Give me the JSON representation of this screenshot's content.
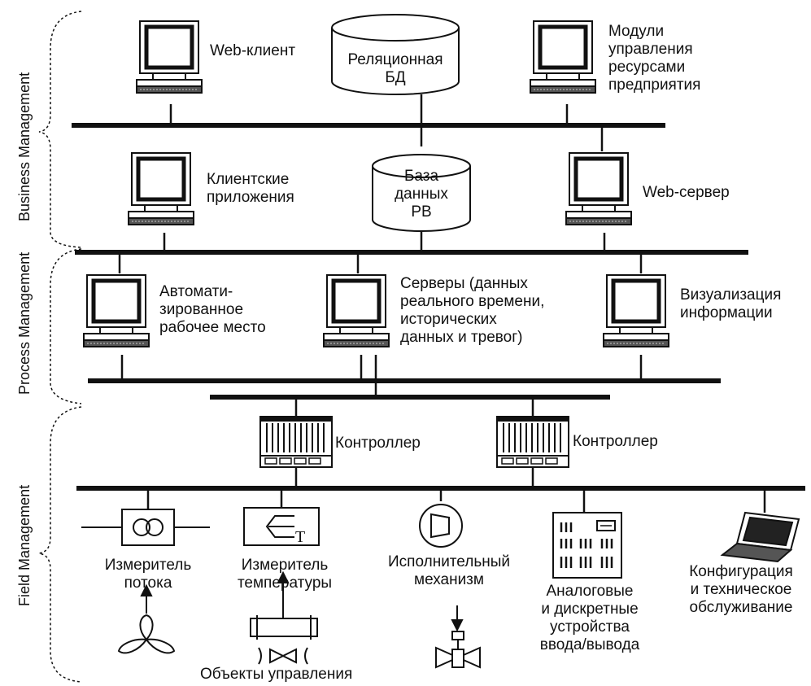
{
  "zones": {
    "business": "Business Management",
    "process": "Process Management",
    "field": "Field Management"
  },
  "labels": {
    "web_client": "Web-клиент",
    "relational_db": [
      "Реляционная",
      "БД"
    ],
    "erp_modules": [
      "Модули",
      "управления",
      "ресурсами",
      "предприятия"
    ],
    "client_apps": [
      "Клиентские",
      "приложения"
    ],
    "rt_db": [
      "База",
      "данных",
      "РВ"
    ],
    "web_server": "Web-сервер",
    "workstation": [
      "Автомати-",
      "зированное",
      "рабочее место"
    ],
    "servers": [
      "Серверы (данных",
      "реального времени,",
      "исторических",
      "данных и тревог)"
    ],
    "visualization": [
      "Визуализация",
      "информации"
    ],
    "controller_1": "Контроллер",
    "controller_2": "Контроллер",
    "flow_meter": [
      "Измеритель",
      "потока"
    ],
    "temp_meter": [
      "Измеритель",
      "температуры"
    ],
    "actuator": [
      "Исполнительный",
      "механизм"
    ],
    "io_devices": [
      "Аналоговые",
      "и дискретные",
      "устройства",
      "ввода/вывода"
    ],
    "config": [
      "Конфигурация",
      "и техническое",
      "обслуживание"
    ],
    "control_objects": "Объекты управления",
    "temp_symbol": "T"
  },
  "icons": [
    "computer-icon",
    "database-icon",
    "controller-icon",
    "flow-meter-icon",
    "thermometer-icon",
    "actuator-icon",
    "valve-icon",
    "fan-icon",
    "io-rack-icon",
    "laptop-icon"
  ]
}
